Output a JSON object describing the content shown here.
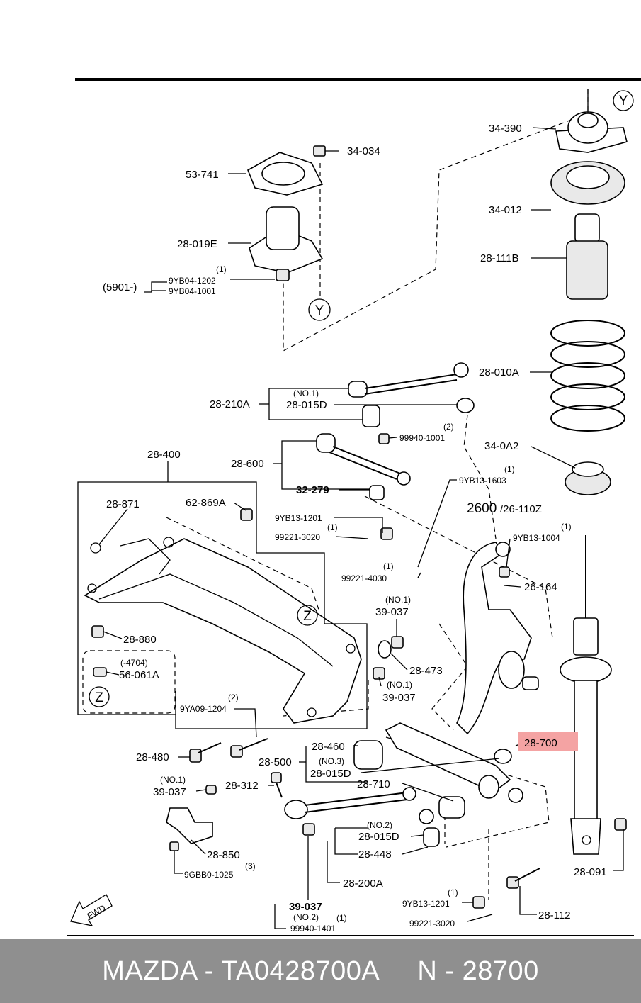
{
  "labels": {
    "p34390": "34-390",
    "p34034": "34-034",
    "p53741": "53-741",
    "p34012": "34-012",
    "p28019e": "28-019E",
    "p28111b": "28-111B",
    "p5901": "(5901-)",
    "q1_a": "(1)",
    "p9yb041202": "9YB04-1202",
    "p9yb041001": "9YB04-1001",
    "p28010a": "28-010A",
    "p28210a": "28-210A",
    "no1_a": "(NO.1)",
    "p28015d_a": "28-015D",
    "q2_a": "(2)",
    "p99940_1001": "99940-1001",
    "p34_0a2": "34-0A2",
    "p28400": "28-400",
    "p28600": "28-600",
    "q1_b": "(1)",
    "p9yb13_1603": "9YB13-1603",
    "p28871": "28-871",
    "p62869a": "62-869A",
    "p32279": "32-279",
    "p9yb13_1201_a": "9YB13-1201",
    "q1_c": "(1)",
    "p99221_3020_a": "99221-3020",
    "p2600": "2600",
    "p2600b": "/26-110Z",
    "q1_d": "(1)",
    "p9yb13_1004": "9YB13-1004",
    "q1_e": "(1)",
    "p99221_4030": "99221-4030",
    "p26164": "26-164",
    "no1_b": "(NO.1)",
    "p39037_a": "39-037",
    "p28880": "28-880",
    "p4704": "(-4704)",
    "p56061a": "56-061A",
    "p28473": "28-473",
    "no1_c": "(NO.1)",
    "p39037_b": "39-037",
    "q2_b": "(2)",
    "p9ya09_1204": "9YA09-1204",
    "p28460": "28-460",
    "no3": "(NO.3)",
    "p28015d_b": "28-015D",
    "p28700": "28-700",
    "p28480": "28-480",
    "p28500": "28-500",
    "no1_d": "(NO.1)",
    "p39037_c": "39-037",
    "p28312": "28-312",
    "p28710": "28-710",
    "no2_a": "(NO.2)",
    "p28015d_c": "28-015D",
    "p28448": "28-448",
    "p28850": "28-850",
    "p9gbb0_1025": "9GBB0-1025",
    "q3": "(3)",
    "p28200a": "28-200A",
    "p28091": "28-091",
    "q1_f": "(1)",
    "p9yb13_1201_b": "9YB13-1201",
    "p99221_3020_b": "99221-3020",
    "p28112": "28-112",
    "p39037_d": "39-037",
    "no2_b": "(NO.2)",
    "q1_g": "(1)",
    "p99940_1401": "99940-1401",
    "mark_y": "Y",
    "mark_z": "Z",
    "fwd": "FWD"
  },
  "footer": {
    "brand": "MAZDA",
    "sep1": " - ",
    "part_number": "TA0428700A",
    "gap": "     ",
    "ref": "N - 28700"
  },
  "colors": {
    "highlight": "#f4a3a3",
    "footer_bg": "#8f8f8f",
    "footer_text": "#ffffff"
  }
}
